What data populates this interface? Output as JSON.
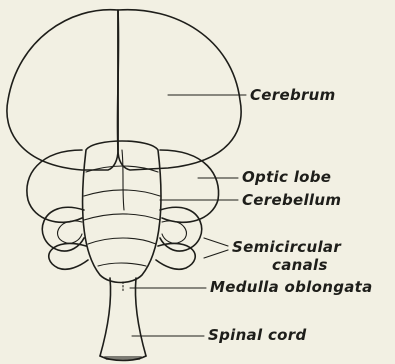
{
  "labels": {
    "cerebrum": "Cerebrum",
    "optic_lobe": "Optic lobe",
    "cerebellum": "Cerebellum",
    "semicircular": "Semicircular",
    "canals": "canals",
    "medulla": "Medulla oblongata",
    "spinal_cord": "Spinal cord"
  }
}
